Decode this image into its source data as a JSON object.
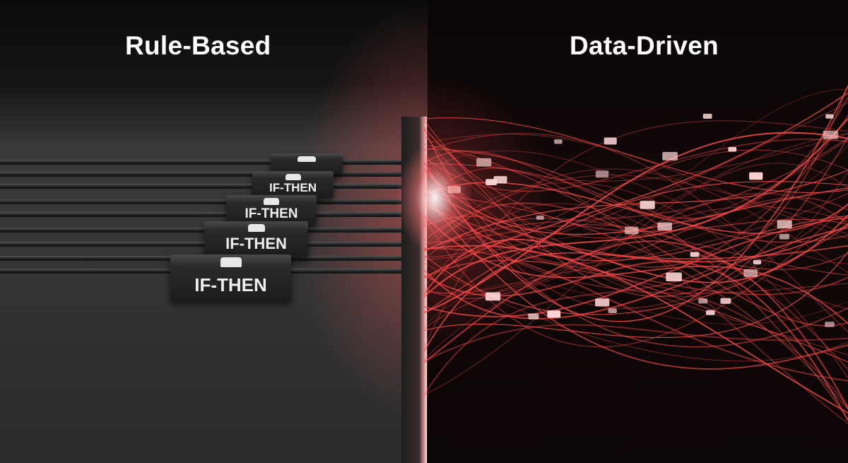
{
  "titles": {
    "left": "Rule-Based",
    "right": "Data-Driven"
  },
  "blocks": [
    {
      "label": "",
      "icon": "lock-icon"
    },
    {
      "label": "IF-THEN",
      "icon": "lock-icon"
    },
    {
      "label": "IF-THEN",
      "icon": "lock-icon"
    },
    {
      "label": "IF-THEN",
      "icon": "lock-icon"
    },
    {
      "label": "IF-THEN",
      "icon": "lock-icon"
    }
  ],
  "colors": {
    "network": "#ff4a4a",
    "node": "#ffd6d6"
  }
}
